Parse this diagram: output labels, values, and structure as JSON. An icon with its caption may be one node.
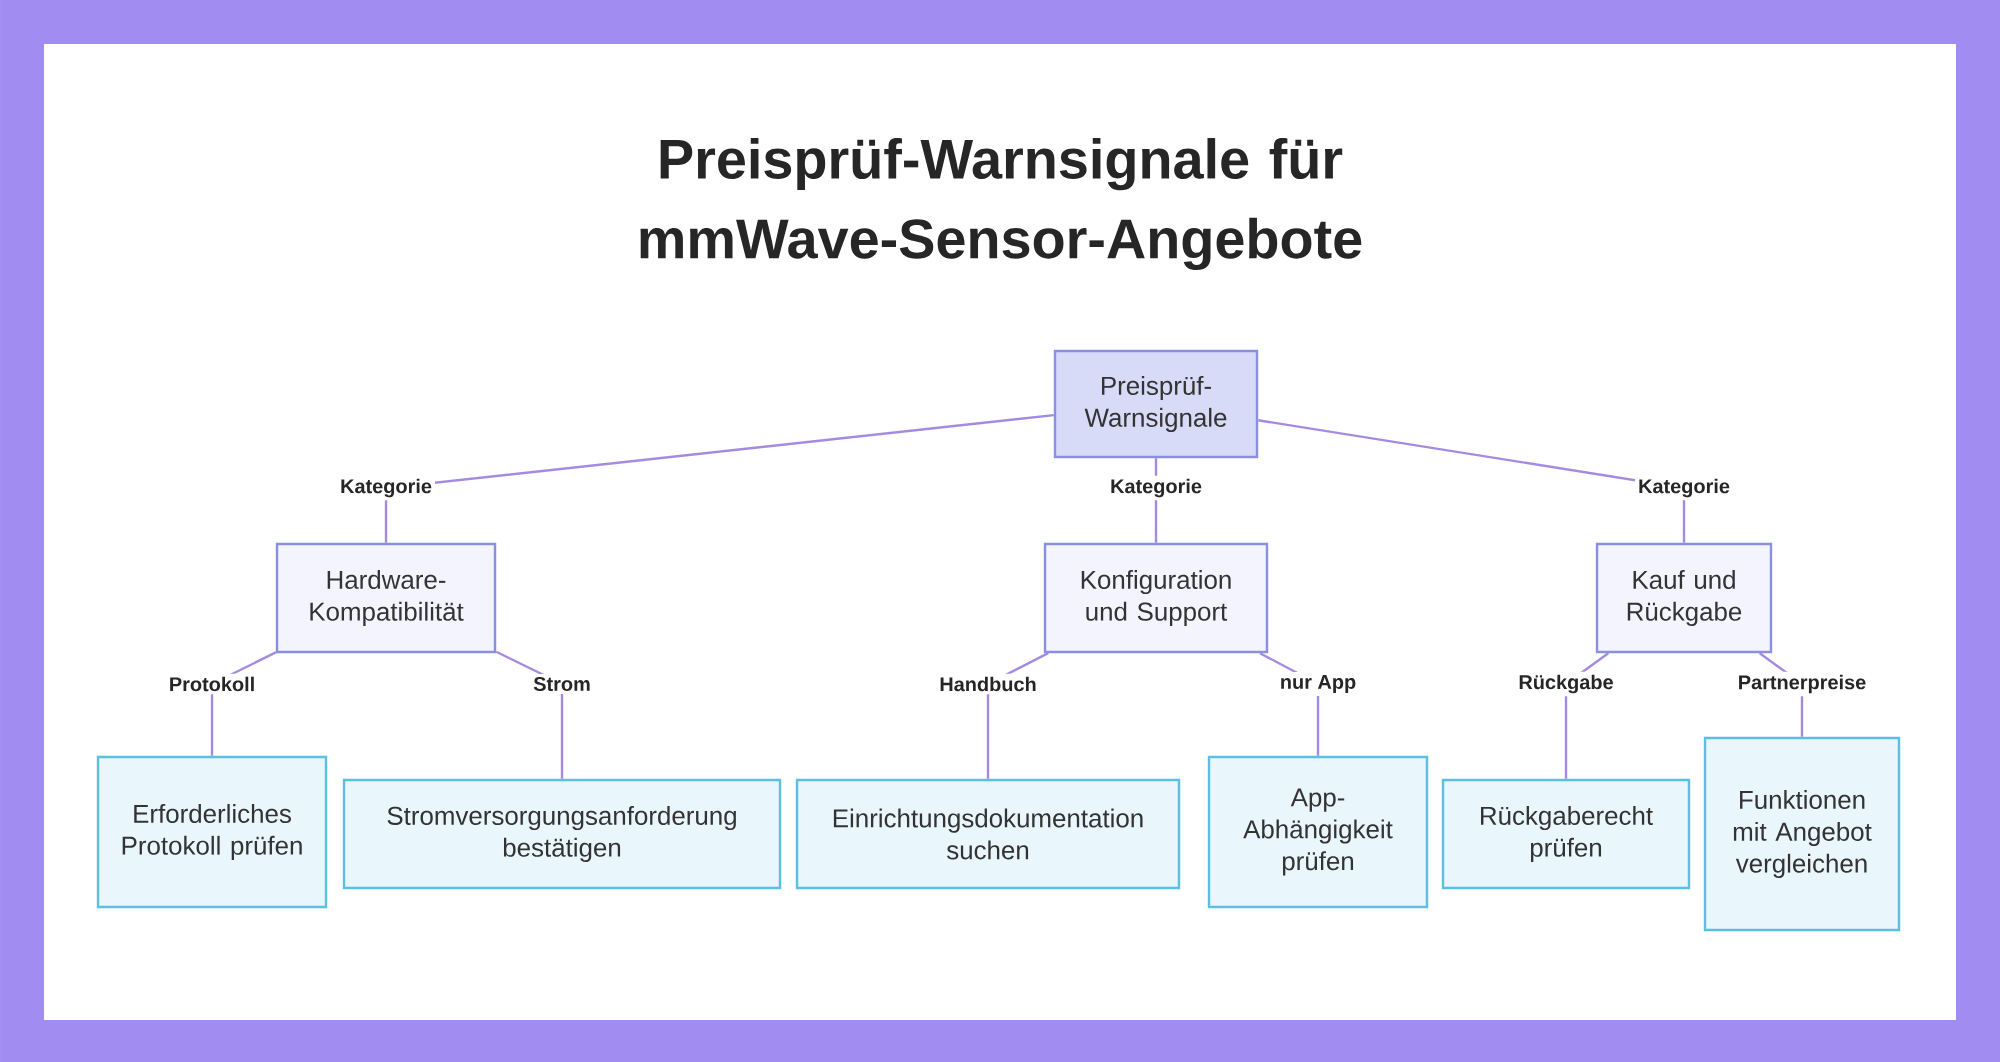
{
  "diagram": {
    "title": "Preisprüf-Warnsignale für mmWave-Sensor-Angebote",
    "nodes": [
      {
        "text": [
          "Preisprüf-Warnsignale"
        ]
      },
      {
        "text": [
          "Hardware-Kompatibilität"
        ]
      },
      {
        "text": [
          "Konfiguration und Support"
        ]
      },
      {
        "text": [
          "Kauf und Rückgabe"
        ]
      },
      {
        "text": [
          "Erforderliches Protokoll prüfen"
        ]
      },
      {
        "text": [
          "Stromversorgungsanforderung bestätigen"
        ]
      },
      {
        "text": [
          "Einrichtungsdokumentation suchen"
        ]
      },
      {
        "text": [
          "App-Abhängigkeit prüfen"
        ]
      },
      {
        "text": [
          "Rückgaberecht prüfen"
        ]
      },
      {
        "text": [
          "Funktionen mit Angebot vergleichen"
        ]
      }
    ],
    "edges": [
      {
        "from": 0,
        "to": 1,
        "arrow": "none",
        "label": "Kategorie"
      },
      {
        "from": 0,
        "to": 2,
        "arrow": "none",
        "label": "Kategorie"
      },
      {
        "from": 0,
        "to": 3,
        "arrow": "none",
        "label": "Kategorie"
      },
      {
        "from": 1,
        "to": 4,
        "arrow": "none",
        "label": "Protokoll"
      },
      {
        "from": 1,
        "to": 5,
        "arrow": "none",
        "label": "Strom"
      },
      {
        "from": 2,
        "to": 6,
        "arrow": "none",
        "label": "Handbuch"
      },
      {
        "from": 2,
        "to": 7,
        "arrow": "none",
        "label": "nur App"
      },
      {
        "from": 3,
        "to": 8,
        "arrow": "none",
        "label": "Rückgabe"
      },
      {
        "from": 3,
        "to": 9,
        "arrow": "none",
        "label": "Partnerpreise"
      }
    ]
  }
}
